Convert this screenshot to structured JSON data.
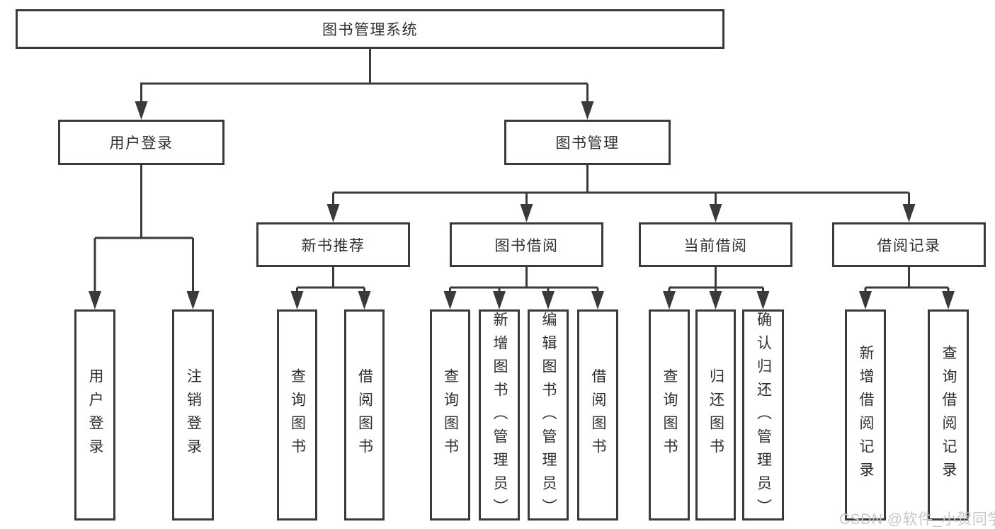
{
  "diagram": {
    "type": "tree",
    "title": "图书管理系统",
    "line_color": "#3a3a3a",
    "text_color": "#2e2e2e",
    "background_color": "#ffffff"
  },
  "nodes": {
    "root": {
      "label": "图书管理系统"
    },
    "user_login": {
      "label": "用户登录"
    },
    "book_mgmt": {
      "label": "图书管理"
    },
    "new_book_rec": {
      "label": "新书推荐"
    },
    "book_borrow": {
      "label": "图书借阅"
    },
    "current_borrow": {
      "label": "当前借阅"
    },
    "borrow_record": {
      "label": "借阅记录"
    },
    "leaf_user_login": {
      "label": "用户登录"
    },
    "leaf_logout": {
      "label": "注销登录"
    },
    "leaf_query_1": {
      "label": "查询图书"
    },
    "leaf_borrow_1": {
      "label": "借阅图书"
    },
    "leaf_query_2": {
      "label": "查询图书"
    },
    "leaf_add_book": {
      "label": "新增图书（管理员）"
    },
    "leaf_edit_book": {
      "label": "编辑图书（管理员）"
    },
    "leaf_borrow_2": {
      "label": "借阅图书"
    },
    "leaf_query_3": {
      "label": "查询图书"
    },
    "leaf_return": {
      "label": "归还图书"
    },
    "leaf_confirm_return": {
      "label": "确认归还（管理员）"
    },
    "leaf_add_record": {
      "label": "新增借阅记录"
    },
    "leaf_query_record": {
      "label": "查询借阅记录"
    }
  },
  "hierarchy": {
    "图书管理系统": {
      "用户登录": [
        "用户登录",
        "注销登录"
      ],
      "图书管理": {
        "新书推荐": [
          "查询图书",
          "借阅图书"
        ],
        "图书借阅": [
          "查询图书",
          "新增图书（管理员）",
          "编辑图书（管理员）",
          "借阅图书"
        ],
        "当前借阅": [
          "查询图书",
          "归还图书",
          "确认归还（管理员）"
        ],
        "借阅记录": [
          "新增借阅记录",
          "查询借阅记录"
        ]
      }
    }
  },
  "watermark": {
    "text": "CSDN @软件_小贺同学",
    "color": "#c7c7c7"
  }
}
